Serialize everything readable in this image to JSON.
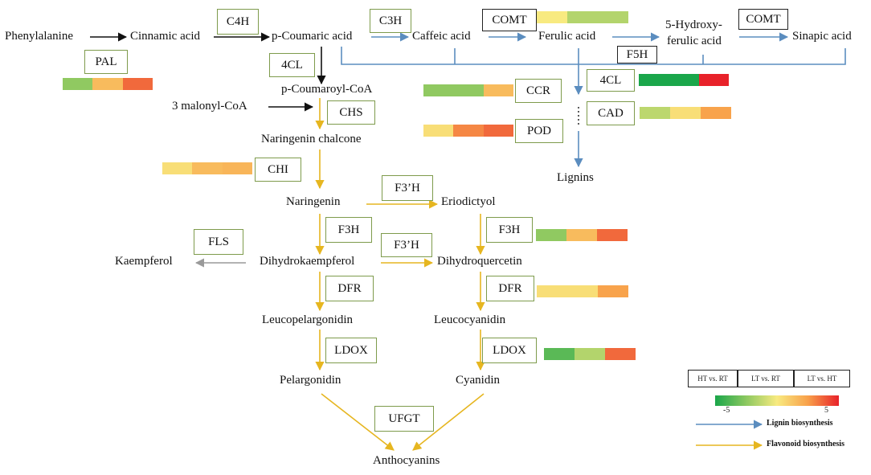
{
  "colors": {
    "lignin_arrow": "#5b8dbf",
    "flavonoid_arrow": "#e6b620",
    "black_arrow": "#111111",
    "gray_arrow": "#9a9a9a",
    "enzyme_border": "#7e9b4c",
    "scale": [
      "#1aa64a",
      "#8cc860",
      "#f8ea80",
      "#f8a04a",
      "#e8222a"
    ]
  },
  "compounds": {
    "phenylalanine": "Phenylalanine",
    "cinnamic_acid": "Cinnamic acid",
    "p_coumaric_acid": "p-Coumaric acid",
    "caffeic_acid": "Caffeic acid",
    "ferulic_acid": "Ferulic acid",
    "hydroxy_ferulic_line1": "5-Hydroxy-",
    "hydroxy_ferulic_line2": "ferulic acid",
    "sinapic_acid": "Sinapic acid",
    "p_coumaroyl_coa": "p-Coumaroyl-CoA",
    "malonyl_coa": "3 malonyl-CoA",
    "naringenin_chalcone": "Naringenin chalcone",
    "naringenin": "Naringenin",
    "eriodictyol": "Eriodictyol",
    "kaempferol": "Kaempferol",
    "dihydrokaempferol": "Dihydrokaempferol",
    "dihydroquercetin": "Dihydroquercetin",
    "leucopelargonidin": "Leucopelargonidin",
    "leucocyanidin": "Leucocyanidin",
    "pelargonidin": "Pelargonidin",
    "cyanidin": "Cyanidin",
    "anthocyanins": "Anthocyanins",
    "lignins": "Lignins"
  },
  "enzymes": {
    "c4h": "C4H",
    "c3h": "C3H",
    "comt1": "COMT",
    "comt2": "COMT",
    "f5h": "F5H",
    "pal": "PAL",
    "cl4_a": "4CL",
    "cl4_b": "4CL",
    "ccr": "CCR",
    "cad": "CAD",
    "pod": "POD",
    "chs": "CHS",
    "chi": "CHI",
    "f3ph_a": "F3’H",
    "f3ph_b": "F3’H",
    "f3h_a": "F3H",
    "f3h_b": "F3H",
    "fls": "FLS",
    "dfr_a": "DFR",
    "dfr_b": "DFR",
    "ldox_a": "LDOX",
    "ldox_b": "LDOX",
    "ufgt": "UFGT"
  },
  "heatmaps": {
    "comt": [
      0.0,
      -1.6,
      -1.6
    ],
    "pal": [
      -2.4,
      1.6,
      3.6
    ],
    "cl4": [
      -5.0,
      -5.0,
      5.0
    ],
    "ccr": [
      -2.4,
      -2.4,
      1.6
    ],
    "cad": [
      -1.4,
      0.4,
      2.4
    ],
    "pod": [
      0.4,
      3.0,
      3.6
    ],
    "chi": [
      0.4,
      1.6,
      1.8
    ],
    "f3h": [
      -2.4,
      1.6,
      3.6
    ],
    "dfr": [
      0.4,
      0.4,
      2.4
    ],
    "ldox": [
      -3.6,
      -1.6,
      3.6
    ]
  },
  "legend": {
    "columns": [
      "HT vs. RT",
      "LT vs. RT",
      "LT vs. HT"
    ],
    "scale_min": "-5",
    "scale_max": "5",
    "lignin_label": "Lignin biosynthesis",
    "flavonoid_label": "Flavonoid biosynthesis"
  }
}
